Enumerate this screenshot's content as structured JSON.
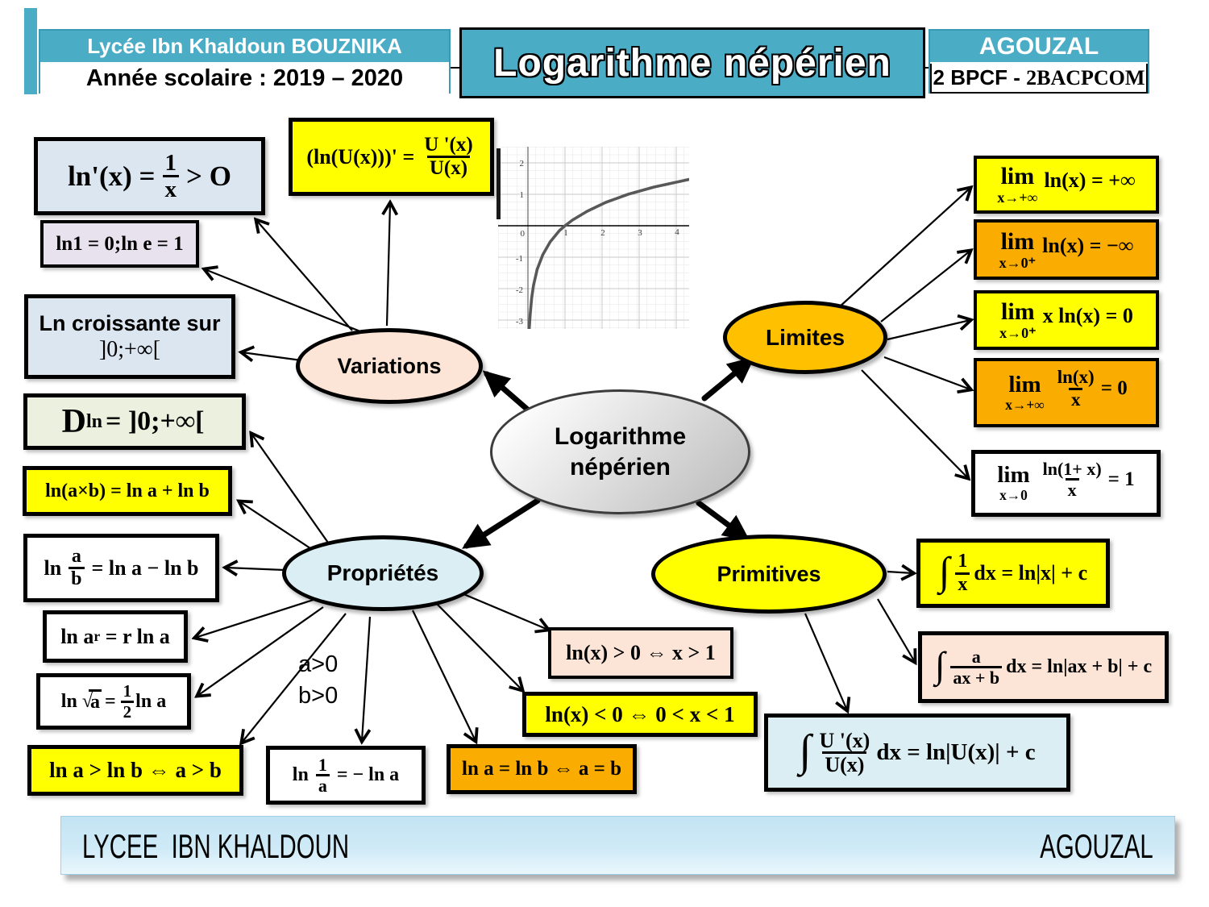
{
  "colors": {
    "teal": "#4BACC6",
    "yellow": "#FFFF00",
    "orange_deep": "#FBAC00",
    "orange": "#FFC000",
    "peach": "#FCE4D6",
    "light_blue": "#DCE6F1",
    "pale_cyan": "#DAEEF3",
    "lavender": "#E7E2EE",
    "pale_green": "#EBF1DE",
    "footer_blue": "#C9E8F6",
    "central_gray": "#C8C8C8"
  },
  "header": {
    "school": "Lycée Ibn Khaldoun BOUZNIKA",
    "year": "Année scolaire : 2019 – 2020",
    "title": "Logarithme népérien",
    "teacher": "AGOUZAL",
    "class_sans": "2 BPCF - ",
    "class_serif": "2BACPCOM"
  },
  "center": {
    "line1": "Logarithme",
    "line2": "népérien"
  },
  "categories": {
    "variations": "Variations",
    "limites": "Limites",
    "proprietes": "Propriétés",
    "primitives": "Primitives"
  },
  "variations": {
    "derivative": {
      "pre": "ln'(x) =",
      "num": "1",
      "den": "x",
      "post": "> O"
    },
    "values": "ln1 = 0;ln e = 1",
    "croissante_l1": "Ln croissante sur",
    "croissante_l2": "]0;+∞[",
    "derivative_u": {
      "pre": "(ln(U(x)))' =",
      "num": "U '(x)",
      "den": "U(x)"
    }
  },
  "proprietes": {
    "domain": {
      "main": "D",
      "sub": "ln",
      "rest": "= ]0;+∞["
    },
    "product": "ln(a×b) = ln a + ln b",
    "quotient": {
      "pre": "ln",
      "num": "a",
      "den": "b",
      "post": "= ln a − ln b"
    },
    "power": {
      "pre": "ln a",
      "sup": "r",
      "post": " = r ln a"
    },
    "root": {
      "pre": "ln √",
      "rad": "a",
      "mid": "=",
      "num": "1",
      "den": "2",
      "post": "ln a"
    },
    "order": "ln a > ln b ⇔ a > b",
    "inverse": {
      "pre": "ln",
      "num": "1",
      "den": "a",
      "post": "= − ln a"
    },
    "cond_l1": "a>0",
    "cond_l2": "b>0",
    "positive": "ln(x) > 0 ⇔ x > 1",
    "negative": "ln(x) < 0 ⇔ 0 < x < 1",
    "equality": "ln a = ln b ⇔ a = b"
  },
  "limits": [
    {
      "lim": "lim",
      "sub": "x→+∞",
      "rhs": "ln(x) = +∞"
    },
    {
      "lim": "lim",
      "sub": "x→0⁺",
      "rhs": "ln(x) = −∞"
    },
    {
      "lim": "lim",
      "sub": "x→0⁺",
      "rhs": "x ln(x) = 0"
    },
    {
      "lim": "lim",
      "sub": "x→+∞",
      "num": "ln(x)",
      "den": "x",
      "rhs": "= 0"
    },
    {
      "lim": "lim",
      "sub": "x→0",
      "num": "ln(1+ x)",
      "den": "x",
      "rhs": "= 1"
    }
  ],
  "primitive_formulas": [
    {
      "int": "∫",
      "num": "1",
      "den": "x",
      "rhs": "dx = ln|x| + c"
    },
    {
      "int": "∫",
      "num": "a",
      "den": "ax + b",
      "rhs": "dx = ln|ax + b| + c"
    },
    {
      "int": "∫",
      "num": "U '(x)",
      "den": "U(x)",
      "rhs": "dx = ln|U(x)| + c"
    }
  ],
  "graph": {
    "xticks": [
      "1",
      "2",
      "3",
      "4"
    ],
    "yticks": [
      "2",
      "1",
      "0",
      "-1",
      "-2",
      "-3"
    ]
  },
  "chart_data": {
    "type": "line",
    "title": "",
    "xlabel": "",
    "ylabel": "",
    "x": [
      0.04,
      0.1,
      0.2,
      0.37,
      0.5,
      1,
      1.5,
      2,
      2.5,
      3,
      3.5,
      4,
      4.3
    ],
    "y": [
      -3.22,
      -2.3,
      -1.61,
      -1.0,
      -0.69,
      0,
      0.41,
      0.69,
      0.92,
      1.1,
      1.25,
      1.39,
      1.46
    ],
    "xlim": [
      -0.8,
      4.35
    ],
    "ylim": [
      -3.3,
      2.3
    ],
    "grid": true,
    "legend_position": "none"
  },
  "footer": {
    "left": "LYCEE  IBN KHALDOUN",
    "right": "AGOUZAL"
  }
}
